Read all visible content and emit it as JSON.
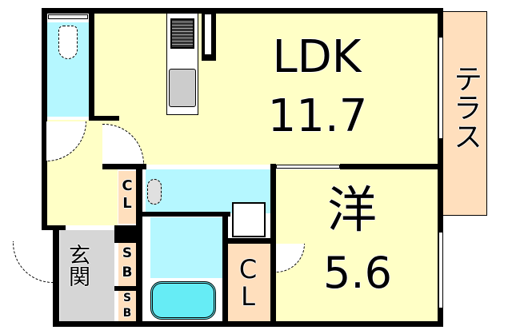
{
  "floorplan": {
    "colors": {
      "ldk": "#ffffc6",
      "bedroom": "#ffffc6",
      "hall": "#ffffc6",
      "toilet": "#b5f7ff",
      "washroom": "#b5f7ff",
      "bath": "#b5f7ff",
      "terrace": "#ffdfbd",
      "closet": "#ffdfbd",
      "genkan": "#d6d6d6",
      "wall": "#000000"
    },
    "rooms": {
      "ldk": {
        "name": "LDK",
        "size": "11.7"
      },
      "bedroom": {
        "name": "洋",
        "size": "5.6"
      },
      "terrace": {
        "name": "テラス"
      },
      "closet_hall": {
        "name": "CL"
      },
      "closet_bedroom": {
        "name": "CL"
      },
      "genkan": {
        "name": "玄関"
      },
      "shoebox_1": {
        "name": "SB"
      },
      "shoebox_2": {
        "name": "SB"
      }
    }
  }
}
